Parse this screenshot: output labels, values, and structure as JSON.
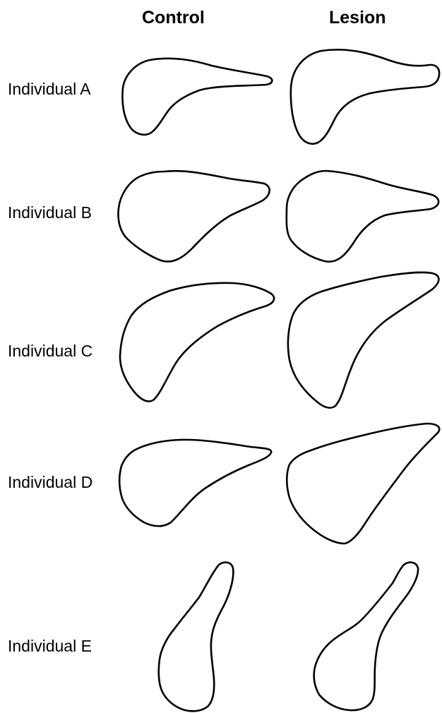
{
  "columns": {
    "control": "Control",
    "lesion": "Lesion"
  },
  "rows": [
    {
      "label": "Individual A"
    },
    {
      "label": "Individual B"
    },
    {
      "label": "Individual C"
    },
    {
      "label": "Individual D"
    },
    {
      "label": "Individual E"
    }
  ],
  "colors": {
    "outline": "#000000",
    "background": "#ffffff"
  }
}
